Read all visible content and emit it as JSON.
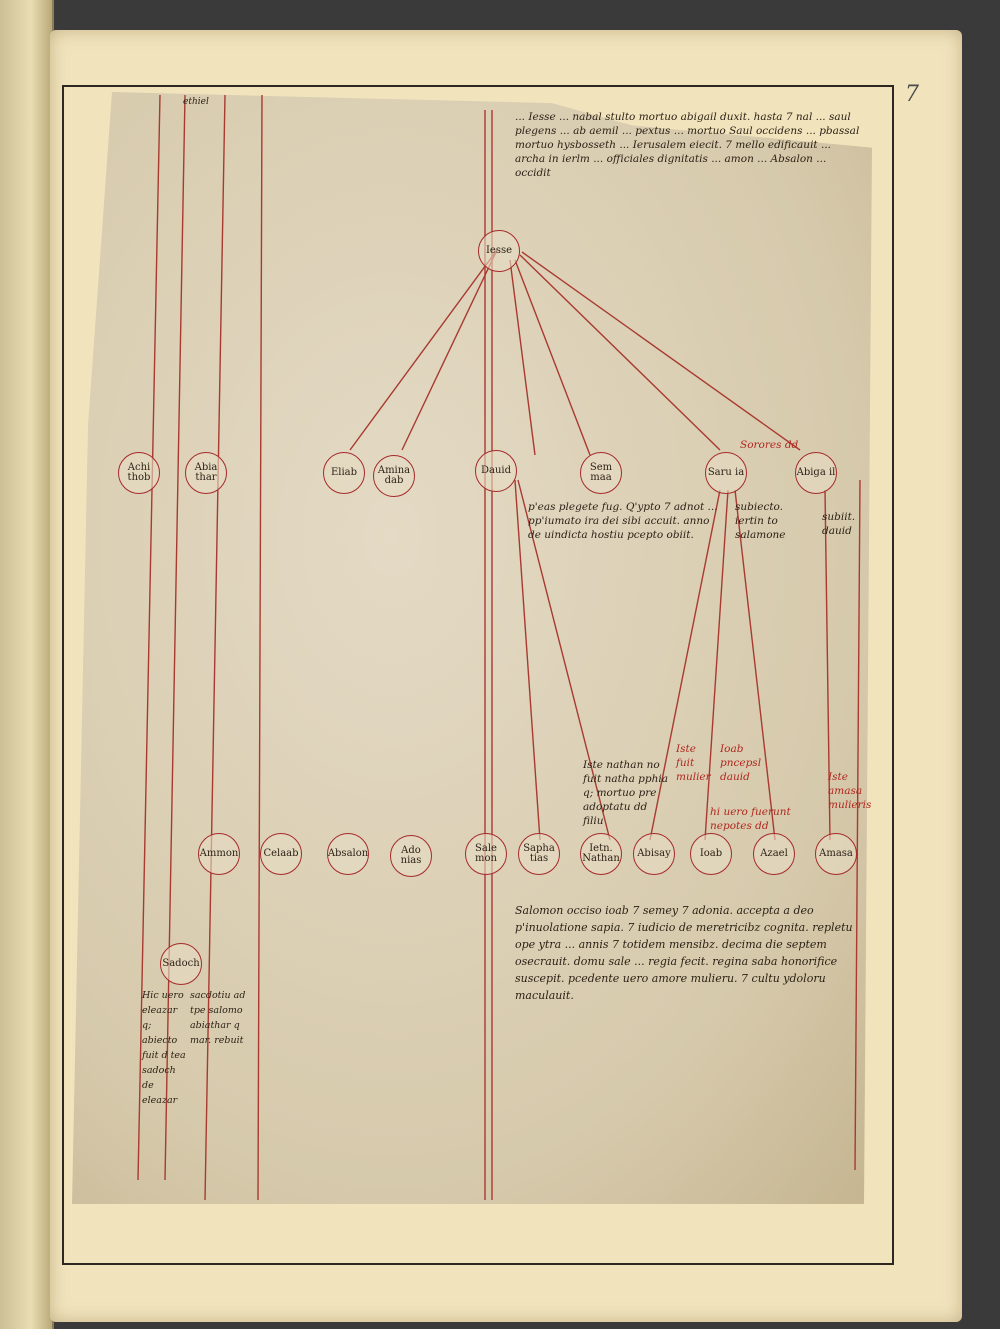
{
  "page_number": "7",
  "nodes": {
    "iesse": "Iesse",
    "achithob": "Achi thob",
    "abiathar": "Abia thar",
    "eliab": "Eliab",
    "aminadab": "Amina dab",
    "dauid": "Dauid",
    "semmaa": "Sem maa",
    "saruia": "Saru ia",
    "abigail": "Abiga il",
    "ammon": "Ammon",
    "celaab": "Celaab",
    "absalon": "Absalon",
    "adonias": "Ado nias",
    "salemon": "Sale mon",
    "saphatias": "Sapha tias",
    "nathan": "Ietn. Nathan",
    "abisay": "Abisay",
    "ioab": "Ioab",
    "azael": "Azael",
    "amasa": "Amasa",
    "sadoch": "Sadoch"
  },
  "texts": {
    "top_block": "... Iesse ... nabal stulto mortuo abigail duxit. hasta 7 nal ... saul plegens ... ab aemil ... pextus ... mortuo Saul occidens ... pbassal mortuo hysbosseth ... Ierusalem eiecit. 7 mello edificauit ... archa in ierlm ... officiales dignitatis ... amon ... Absalon ... occidit",
    "sorores": "Sorores dd",
    "dauid_note": "p'eas plegete fug. Q'ypto 7 adnot ... pp'iumato ira dei sibi accuit. anno de uindicta hostiu pcepto obiit.",
    "saruia_note": "subiecto. iertin to salamone",
    "abigail_note": "subiit. dauid",
    "nathan_note": "Iste nathan no fuit natha pphia q; mortuo pre adoptatu dd filiu",
    "iste_fuit": "Iste fuit mulier",
    "ioab_note": "Ioab pncepsl dauid",
    "nepotes": "hi uero fuerunt nepotes dd",
    "amasa_note": "Iste amasa mulieris",
    "abiathar_top": "ethiel",
    "salomon_text": "Salomon occiso ioab 7 semey 7 adonia. accepta a deo p'inuolatione sapia. 7 iudicio de meretricibz cognita. repletu ope ytra ... annis 7 totidem mensibz. decima die septem osecrauit. domu sale ... regia fecit. regina saba honorifice suscepit. pcedente uero amore mulieru. 7 cultu ydoloru maculauit.",
    "sadoch_note": "Hic uero eleazar q; abiecto fuit d tea sadoch de eleazar",
    "sadoch_note2": "sacdotiu ad tpe salomo abiathar q mar. rebuit"
  }
}
